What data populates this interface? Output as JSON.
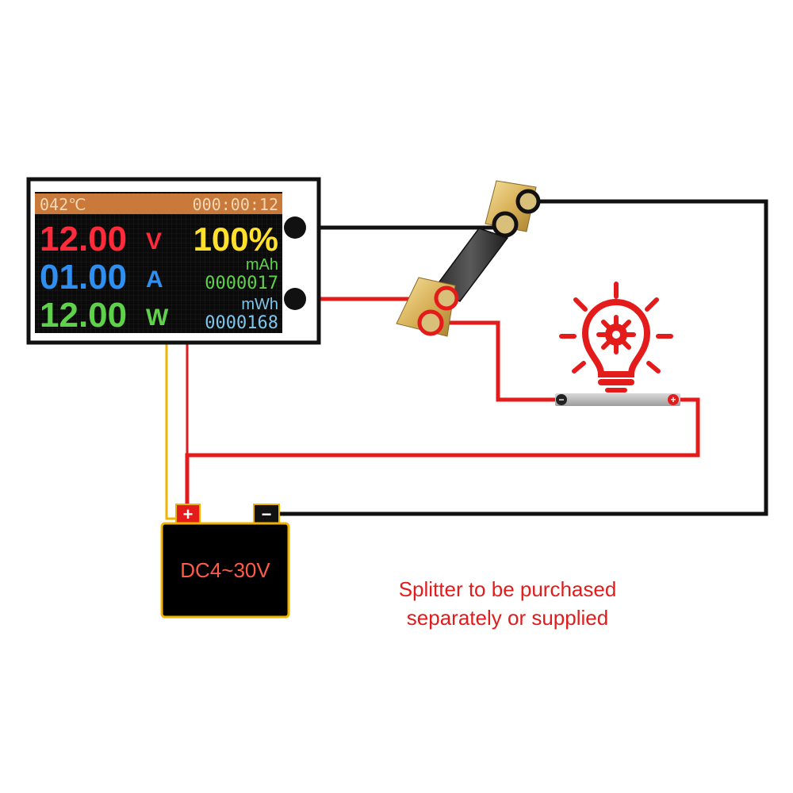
{
  "meter": {
    "temperature": "042℃",
    "timer": "000:00:12",
    "voltage": {
      "value": "12.00",
      "unit": "V"
    },
    "current": {
      "value": "01.00",
      "unit": "A"
    },
    "power": {
      "value": "12.00",
      "unit": "W"
    },
    "percent": "100%",
    "capacity": {
      "unit": "mAh",
      "value": "0000017"
    },
    "energy": {
      "unit": "mWh",
      "value": "0000168"
    }
  },
  "battery": {
    "plus_label": "+",
    "minus_label": "−",
    "voltage_label": "DC4~30V"
  },
  "load": {
    "minus_label": "−",
    "plus_label": "+",
    "icon": "light-bulb-gear-icon"
  },
  "note": {
    "line1": "Splitter to be purchased",
    "line2": "separately or supplied"
  },
  "colors": {
    "wire_red": "#e31b1b",
    "wire_black": "#111111",
    "wire_yellow": "#f0b400",
    "voltage": "#ff2a3a",
    "current": "#2f8ff0",
    "power": "#5fd14a",
    "percent": "#ffe02a",
    "status_bar": "#c97a3a",
    "note": "#e31b1b"
  }
}
